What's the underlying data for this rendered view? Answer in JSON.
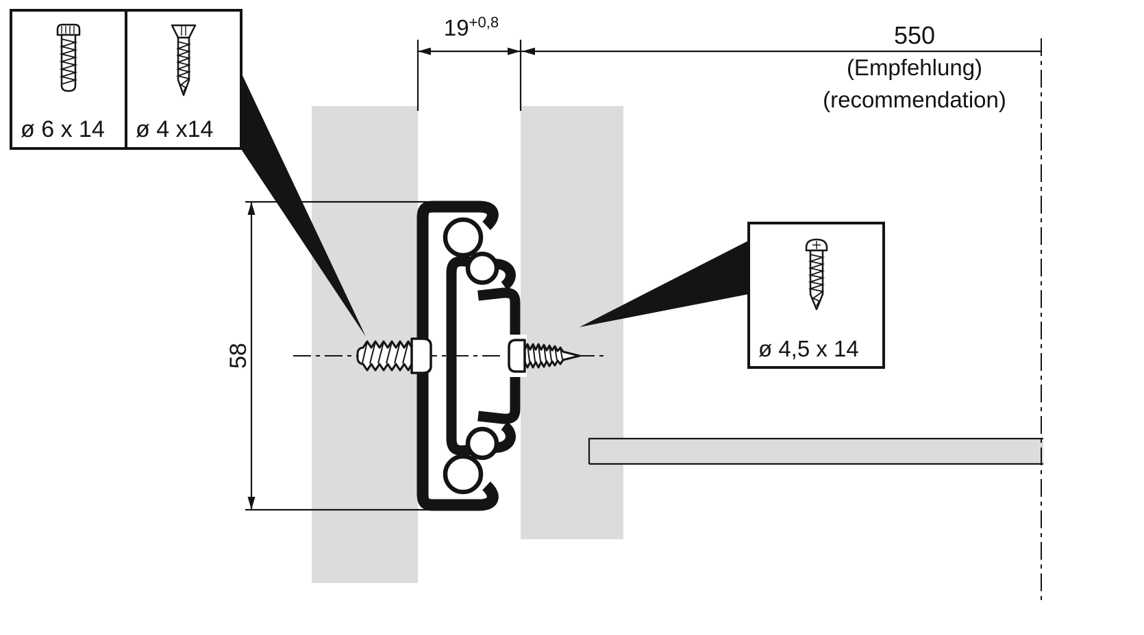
{
  "colors": {
    "panel_gray": "#dcdcdc",
    "ink": "#141414",
    "background": "#ffffff"
  },
  "screw_boxes": {
    "euro": {
      "label": "ø 6 x 14",
      "icon": "flat-head-euro-screw-icon"
    },
    "countersunk": {
      "label": "ø 4 x14",
      "icon": "countersunk-screw-icon"
    },
    "pan_head": {
      "label": "ø 4,5 x 14",
      "icon": "pan-head-screw-icon"
    }
  },
  "dimensions": {
    "groove_width": {
      "value": "19",
      "tolerance": "+0,8"
    },
    "length": {
      "value": "550",
      "note_de": "(Empfehlung)",
      "note_en": "(recommendation)"
    },
    "height": {
      "value": "58"
    }
  }
}
